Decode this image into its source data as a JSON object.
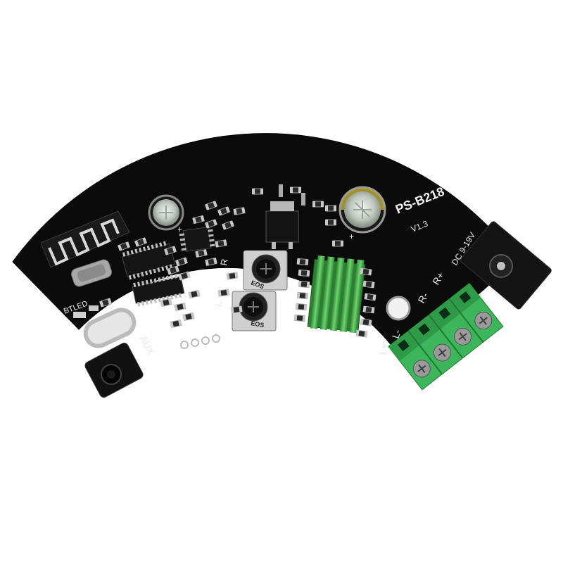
{
  "board": {
    "model": "PS-B218",
    "version": "V1.3",
    "bt_led_label": "BTLED",
    "aux_label": "AUX",
    "power_label": "DC 9-19V",
    "terminal_labels": [
      "L+",
      "L-",
      "R-",
      "R+"
    ],
    "pot_marking": "EOS",
    "pot_labels": [
      "R",
      "L"
    ],
    "cap_polarity": "+"
  },
  "colors": {
    "pcb": "#0b0b0b",
    "silkscreen": "#e8e8e8",
    "heatsink": "#3fae45",
    "terminal_block": "#3db55a",
    "pad": "#b8b8b8"
  }
}
